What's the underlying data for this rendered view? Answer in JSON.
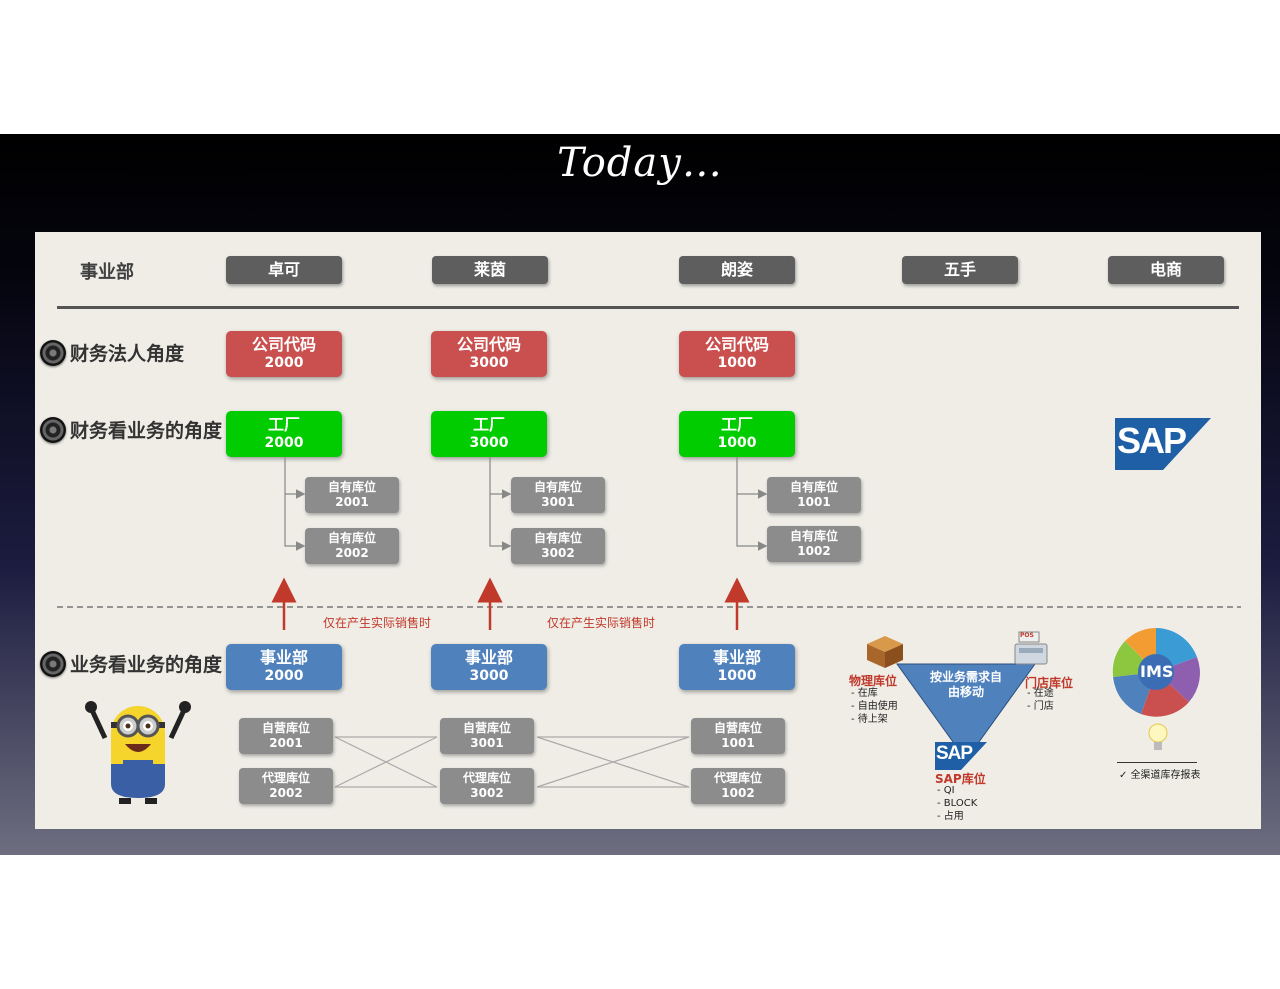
{
  "title": "Today…",
  "header": {
    "label": "事业部",
    "units": [
      "卓可",
      "莱茵",
      "朗姿",
      "五手",
      "电商"
    ]
  },
  "rows": {
    "finance_legal": "财务法人角度",
    "finance_business": "财务看业务的角度",
    "business_business": "业务看业务的角度"
  },
  "company_codes": [
    {
      "label": "公司代码",
      "code": "2000"
    },
    {
      "label": "公司代码",
      "code": "3000"
    },
    {
      "label": "公司代码",
      "code": "1000"
    }
  ],
  "plants": [
    {
      "label": "工厂",
      "code": "2000"
    },
    {
      "label": "工厂",
      "code": "3000"
    },
    {
      "label": "工厂",
      "code": "1000"
    }
  ],
  "own_storage": [
    [
      {
        "label": "自有库位",
        "code": "2001"
      },
      {
        "label": "自有库位",
        "code": "2002"
      }
    ],
    [
      {
        "label": "自有库位",
        "code": "3001"
      },
      {
        "label": "自有库位",
        "code": "3002"
      }
    ],
    [
      {
        "label": "自有库位",
        "code": "1001"
      },
      {
        "label": "自有库位",
        "code": "1002"
      }
    ]
  ],
  "arrow_note": "仅在产生实际销售时",
  "divisions": [
    {
      "label": "事业部",
      "code": "2000"
    },
    {
      "label": "事业部",
      "code": "3000"
    },
    {
      "label": "事业部",
      "code": "1000"
    }
  ],
  "self_operated": [
    {
      "label": "自营库位",
      "code": "2001"
    },
    {
      "label": "自营库位",
      "code": "3001"
    },
    {
      "label": "自营库位",
      "code": "1001"
    }
  ],
  "agency": [
    {
      "label": "代理库位",
      "code": "2002"
    },
    {
      "label": "代理库位",
      "code": "3002"
    },
    {
      "label": "代理库位",
      "code": "1002"
    }
  ],
  "sap_logo": "SAP",
  "triangle": {
    "center_text": "按业务需求自由移动",
    "physical": {
      "title": "物理库位",
      "items": [
        "- 在库",
        "- 自由使用",
        "- 待上架"
      ]
    },
    "store": {
      "title": "门店库位",
      "items": [
        "- 在途",
        "- 门店"
      ]
    },
    "sap": {
      "title": "SAP库位",
      "items": [
        "- QI",
        "- BLOCK",
        "- 占用"
      ]
    },
    "pos_label": "POS"
  },
  "ims": {
    "logo": "IMS",
    "note": "✓ 全渠道库存报表"
  },
  "colors": {
    "company": "#c9504e",
    "plant": "#00cc00",
    "division": "#4f81bd",
    "storage": "#8c8c8c",
    "pill": "#5e5e5e"
  }
}
